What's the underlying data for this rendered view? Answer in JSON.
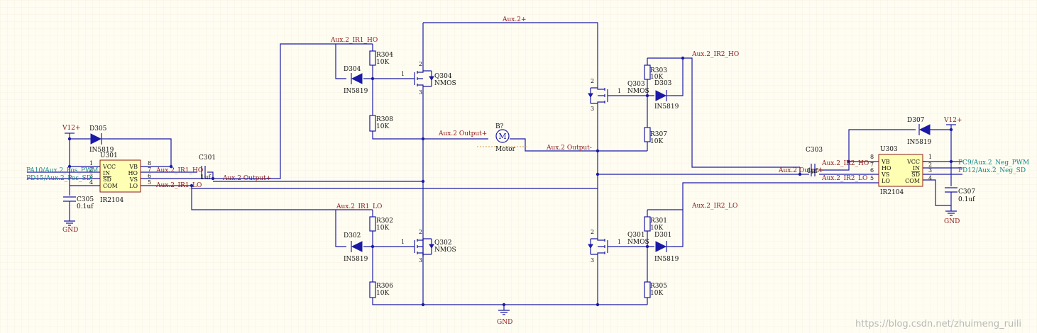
{
  "nets": {
    "aux2_plus": "Aux.2+",
    "ir1_ho": "Aux.2_IR1_HO",
    "ir1_lo": "Aux.2_IR1_LO",
    "ir2_ho": "Aux.2_IR2_HO",
    "ir2_lo": "Aux.2_IR2_LO",
    "output_plus": "Aux.2 Output+",
    "output_minus": "Aux.2 Output-",
    "output_right": "Aux.2 Output-"
  },
  "power": {
    "v12": "V12+",
    "gnd": "GND"
  },
  "external": {
    "pa10": "PA10/Aux.2_Pos_PWM",
    "pd15": "PD15/Aux.2_Pos_SD",
    "pc9": "PC9/Aux.2_Neg_PWM",
    "pd12": "PD12/Aux.2_Neg_SD"
  },
  "u301": {
    "designator": "U301",
    "part": "IR2104",
    "left_pins": [
      "VCC",
      "IN",
      "SD",
      "COM"
    ],
    "left_nums": [
      "1",
      "2",
      "3",
      "4"
    ],
    "right_pins": [
      "VB",
      "HO",
      "VS",
      "LO"
    ],
    "right_nums": [
      "8",
      "7",
      "6",
      "5"
    ]
  },
  "u303": {
    "designator": "U303",
    "part": "IR2104",
    "left_pins": [
      "VB",
      "HO",
      "VS",
      "LO"
    ],
    "left_nums": [
      "8",
      "7",
      "6",
      "5"
    ],
    "right_pins": [
      "VCC",
      "IN",
      "SD",
      "COM"
    ],
    "right_nums": [
      "1",
      "2",
      "3",
      "4"
    ]
  },
  "diodes": {
    "d305": {
      "des": "D305",
      "part": "IN5819"
    },
    "d307": {
      "des": "D307",
      "part": "IN5819"
    },
    "d304": {
      "des": "D304",
      "part": "IN5819"
    },
    "d302": {
      "des": "D302",
      "part": "IN5819"
    },
    "d303": {
      "des": "D303",
      "part": "IN5819"
    },
    "d301": {
      "des": "D301",
      "part": "IN5819"
    }
  },
  "capacitors": {
    "c301": {
      "des": "C301",
      "val": "1uf"
    },
    "c303": {
      "des": "C303",
      "val": "1uf"
    },
    "c305": {
      "des": "C305",
      "val": "0.1uf"
    },
    "c307": {
      "des": "C307",
      "val": "0.1uf"
    }
  },
  "resistors": {
    "r304": {
      "des": "R304",
      "val": "10K"
    },
    "r308": {
      "des": "R308",
      "val": "10K"
    },
    "r302": {
      "des": "R302",
      "val": "10K"
    },
    "r306": {
      "des": "R306",
      "val": "10K"
    },
    "r303": {
      "des": "R303",
      "val": "10K"
    },
    "r307": {
      "des": "R307",
      "val": "10K"
    },
    "r301": {
      "des": "R301",
      "val": "10K"
    },
    "r305": {
      "des": "R305",
      "val": "10K"
    }
  },
  "mosfets": {
    "q304": {
      "des": "Q304",
      "part": "NMOS"
    },
    "q302": {
      "des": "Q302",
      "part": "NMOS"
    },
    "q303": {
      "des": "Q303",
      "part": "NMOS"
    },
    "q301": {
      "des": "Q301",
      "part": "NMOS"
    }
  },
  "mos_pins": {
    "g": "1",
    "d": "2",
    "s": "3"
  },
  "motor": {
    "des": "B?",
    "part": "Motor",
    "symbol": "M"
  },
  "watermark": "https://blog.csdn.net/zhuimeng_ruili"
}
